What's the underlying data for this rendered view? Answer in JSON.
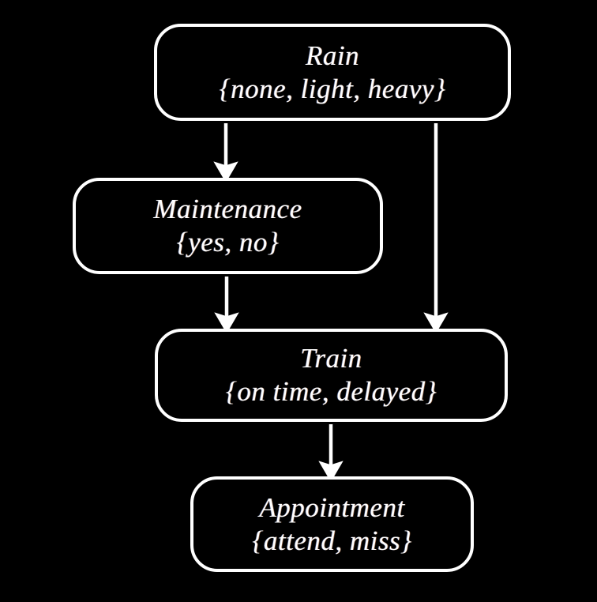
{
  "diagram": {
    "type": "bayesian-network",
    "background_color": "#000000",
    "stroke_color": "#ffffff",
    "text_color": "#ffffff",
    "nodes": [
      {
        "id": "rain",
        "title": "Rain",
        "states_text": "{none, light, heavy}",
        "states": [
          "none",
          "light",
          "heavy"
        ]
      },
      {
        "id": "maintenance",
        "title": "Maintenance",
        "states_text": "{yes, no}",
        "states": [
          "yes",
          "no"
        ]
      },
      {
        "id": "train",
        "title": "Train",
        "states_text": "{on time, delayed}",
        "states": [
          "on time",
          "delayed"
        ]
      },
      {
        "id": "appointment",
        "title": "Appointment",
        "states_text": "{attend, miss}",
        "states": [
          "attend",
          "miss"
        ]
      }
    ],
    "edges": [
      {
        "id": "rain-to-maintenance",
        "from": "rain",
        "to": "maintenance"
      },
      {
        "id": "rain-to-train",
        "from": "rain",
        "to": "train"
      },
      {
        "id": "maintenance-to-train",
        "from": "maintenance",
        "to": "train"
      },
      {
        "id": "train-to-appointment",
        "from": "train",
        "to": "appointment"
      }
    ]
  }
}
